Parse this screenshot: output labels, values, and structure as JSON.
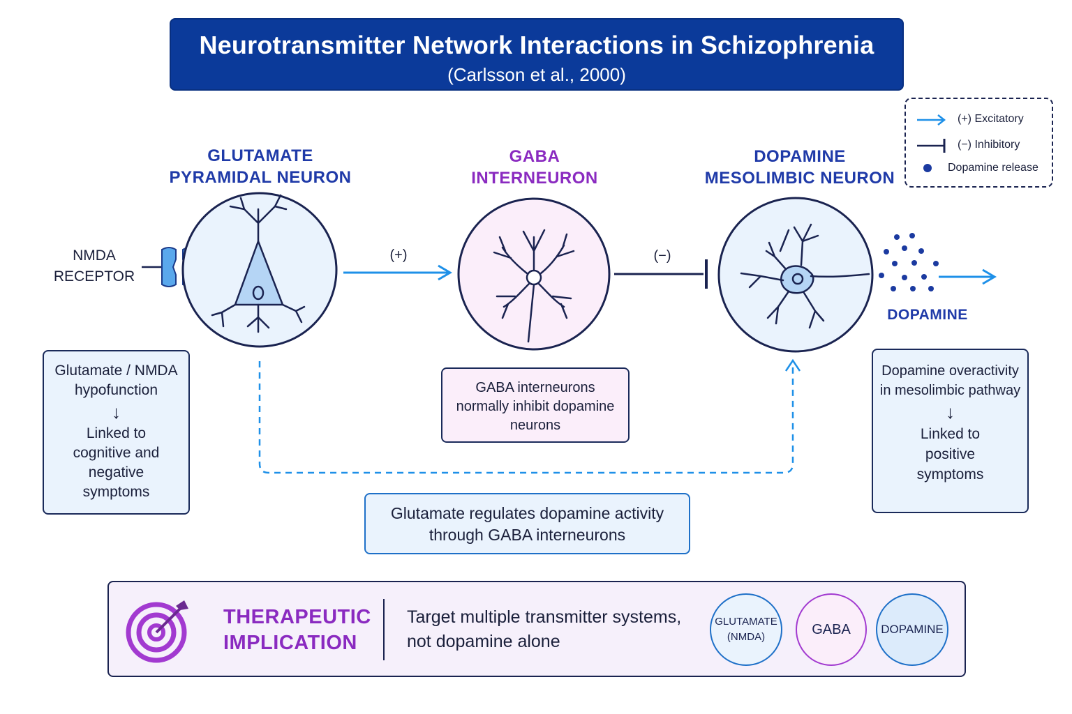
{
  "header": {
    "title": "Neurotransmitter Network Interactions in Schizophrenia",
    "subtitle": "(Carlsson et al., 2000)"
  },
  "legend": {
    "excitatory": "(+)  Excitatory",
    "inhibitory": "(−)  Inhibitory",
    "release": "Dopamine release"
  },
  "neurons": {
    "glutamate": {
      "line1": "GLUTAMATE",
      "line2": "PYRAMIDAL NEURON"
    },
    "gaba": {
      "line1": "GABA",
      "line2": "INTERNEURON"
    },
    "dopamine": {
      "line1": "DOPAMINE",
      "line2": "MESOLIMBIC NEURON"
    }
  },
  "labels": {
    "nmda_line1": "NMDA",
    "nmda_line2": "RECEPTOR",
    "excitatory_sign": "(+)",
    "inhibitory_sign": "(−)",
    "dopamine_out": "DOPAMINE"
  },
  "notes": {
    "glutamate": {
      "line1": "Glutamate / NMDA",
      "line2": "hypofunction",
      "arrow": "↓",
      "line3": "Linked to",
      "line4": "cognitive and",
      "line5": "negative",
      "line6": "symptoms"
    },
    "gaba": {
      "line1": "GABA interneurons",
      "line2": "normally inhibit dopamine",
      "line3": "neurons"
    },
    "dopamine": {
      "line1": "Dopamine overactivity",
      "line2": "in mesolimbic pathway",
      "arrow": "↓",
      "line3": "Linked to",
      "line4": "positive",
      "line5": "symptoms"
    },
    "regulation": {
      "line1": "Glutamate regulates dopamine activity",
      "line2": "through GABA interneurons"
    }
  },
  "therapeutic": {
    "heading1": "THERAPEUTIC",
    "heading2": "IMPLICATION",
    "text1": "Target multiple transmitter systems,",
    "text2": "not dopamine alone",
    "pills": {
      "glutamate1": "GLUTAMATE",
      "glutamate2": "(NMDA)",
      "gaba": "GABA",
      "dopamine": "DOPAMINE"
    }
  },
  "colors": {
    "title_bg": "#0b3a9a",
    "excitatory_blue": "#1e90e8",
    "glutamate_blue": "#1f3aa8",
    "gaba_purple": "#8a2ac0",
    "dopamine_dots": "#1b3aa0"
  }
}
